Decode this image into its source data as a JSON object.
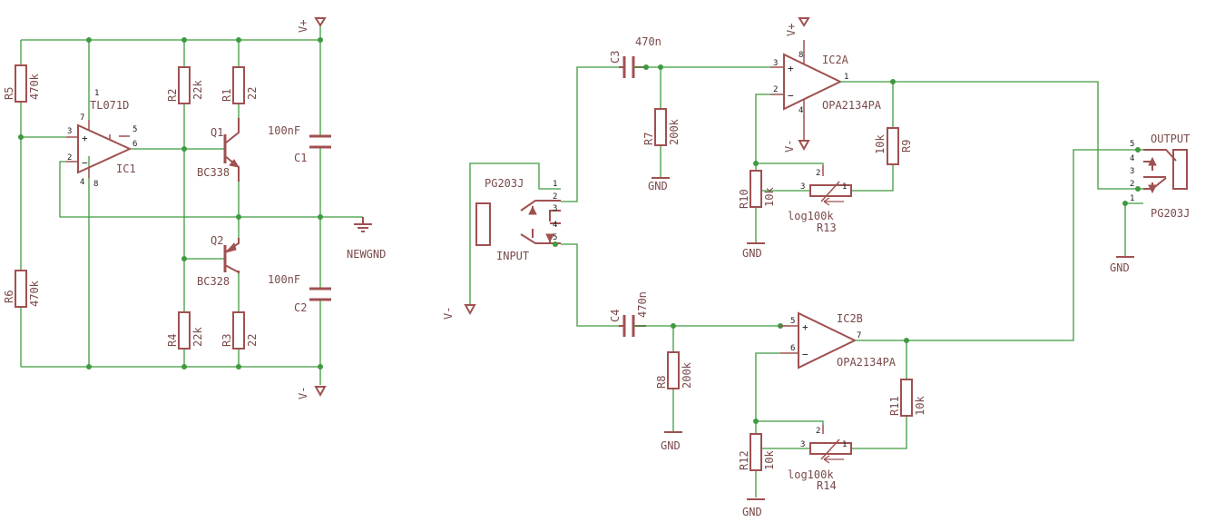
{
  "title": "",
  "left": {
    "rail_pos": "V+",
    "rail_neg": "V-",
    "ground": "NEWGND",
    "opamp": {
      "name": "IC1",
      "part": "TL071D",
      "pins": [
        "1",
        "2",
        "3",
        "4",
        "5",
        "6",
        "7",
        "8"
      ]
    },
    "transistors": [
      {
        "name": "Q1",
        "part": "BC338"
      },
      {
        "name": "Q2",
        "part": "BC328"
      }
    ],
    "resistors": [
      {
        "name": "R5",
        "value": "470k"
      },
      {
        "name": "R6",
        "value": "470k"
      },
      {
        "name": "R2",
        "value": "22k"
      },
      {
        "name": "R1",
        "value": "22"
      },
      {
        "name": "R4",
        "value": "22k"
      },
      {
        "name": "R3",
        "value": "22"
      }
    ],
    "capacitors": [
      {
        "name": "C1",
        "value": "100nF"
      },
      {
        "name": "C2",
        "value": "100nF"
      }
    ]
  },
  "right": {
    "input_jack": {
      "part": "PG203J",
      "label": "INPUT",
      "pins": [
        "1",
        "2",
        "3",
        "4",
        "5"
      ]
    },
    "output_jack": {
      "part": "PG203J",
      "label": "OUTPUT",
      "pins": [
        "5",
        "4",
        "3",
        "2",
        "1"
      ]
    },
    "rail_neg_input": "V-",
    "upper": {
      "cap": {
        "name": "C3",
        "value": "470n"
      },
      "opamp": {
        "name": "IC2A",
        "part": "OPA2134PA",
        "pins": [
          "3",
          "2",
          "1",
          "8",
          "4"
        ]
      },
      "rail_pos": "V+",
      "rail_neg": "V-",
      "r_bias": {
        "name": "R7",
        "value": "200k"
      },
      "r_ground": {
        "name": "R10",
        "value": "10k"
      },
      "r_feedback": {
        "name": "R9",
        "value": "10k"
      },
      "pot": {
        "name": "R13",
        "value": "log100k",
        "pins": [
          "1",
          "2",
          "3"
        ]
      },
      "grounds": [
        "GND",
        "GND"
      ]
    },
    "lower": {
      "cap": {
        "name": "C4",
        "value": "470n"
      },
      "opamp": {
        "name": "IC2B",
        "part": "OPA2134PA",
        "pins": [
          "5",
          "6",
          "7"
        ]
      },
      "r_bias": {
        "name": "R8",
        "value": "200k"
      },
      "r_ground": {
        "name": "R12",
        "value": "10k"
      },
      "r_feedback": {
        "name": "R11",
        "value": "10k"
      },
      "pot": {
        "name": "R14",
        "value": "log100k",
        "pins": [
          "1",
          "2",
          "3"
        ]
      },
      "grounds": [
        "GND",
        "GND"
      ]
    },
    "output_ground": "GND"
  },
  "colors": {
    "wire": "#3f9a3f",
    "symbol": "#a05050",
    "text": "#7a4a4a",
    "background": "#ffffff"
  }
}
